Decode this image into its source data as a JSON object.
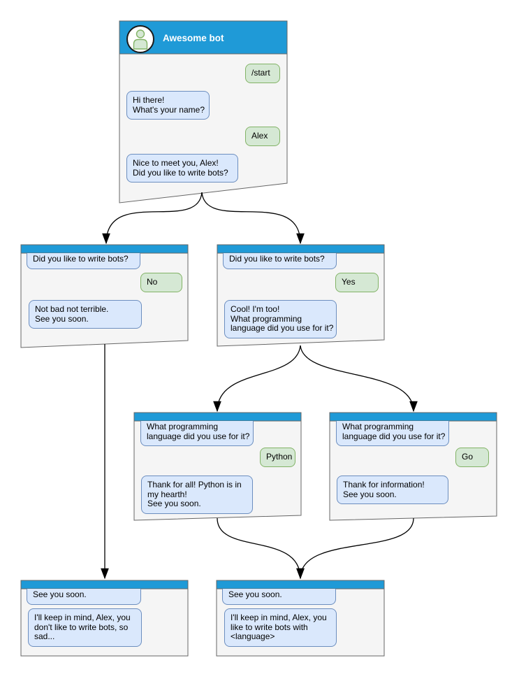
{
  "colors": {
    "header_blue": "#1f9ad7",
    "window_fill": "#f5f5f5",
    "window_border": "#666666",
    "bot_bubble_fill": "#dae8fc",
    "bot_bubble_border": "#6c8ebf",
    "user_bubble_fill": "#d5e8d4",
    "user_bubble_border": "#82b366",
    "arrow_color": "#000000",
    "title_text": "#ffffff"
  },
  "windows": {
    "root": {
      "title": "Awesome bot",
      "avatar_icon": "person-icon",
      "messages": {
        "user_start": "/start",
        "bot_greeting": "Hi there!\nWhat's your name?",
        "user_name": "Alex",
        "bot_ask": "Nice to meet you, Alex!\nDid you like to write bots?"
      }
    },
    "branch_no": {
      "messages": {
        "bot_question": "Did you like to write bots?",
        "user_answer": "No",
        "bot_reply": "Not bad not terrible.\nSee you soon."
      }
    },
    "branch_yes": {
      "messages": {
        "bot_question": "Did you like to write bots?",
        "user_answer": "Yes",
        "bot_reply": "Cool! I'm too!\nWhat programming\nlanguage did you use for it?"
      }
    },
    "branch_python": {
      "messages": {
        "bot_question": "What programming\nlanguage did you use for it?",
        "user_answer": "Python",
        "bot_reply": "Thank for all! Python is in\nmy hearth!\nSee you soon."
      }
    },
    "branch_go": {
      "messages": {
        "bot_question": "What programming\nlanguage did you use for it?",
        "user_answer": "Go",
        "bot_reply": "Thank for information!\nSee you soon."
      }
    },
    "end_no": {
      "messages": {
        "bot_question": "See you soon.",
        "bot_reply": "I'll keep in mind, Alex, you\ndon't like to write bots, so\nsad..."
      }
    },
    "end_yes": {
      "messages": {
        "bot_question": "See you soon.",
        "bot_reply": "I'll keep in mind, Alex, you\nlike to write bots with\n<language>"
      }
    }
  },
  "flow": [
    {
      "from": "root",
      "to": "branch_no"
    },
    {
      "from": "root",
      "to": "branch_yes"
    },
    {
      "from": "branch_no",
      "to": "end_no"
    },
    {
      "from": "branch_yes",
      "to": "branch_python"
    },
    {
      "from": "branch_yes",
      "to": "branch_go"
    },
    {
      "from": "branch_python",
      "to": "end_yes"
    },
    {
      "from": "branch_go",
      "to": "end_yes"
    }
  ]
}
